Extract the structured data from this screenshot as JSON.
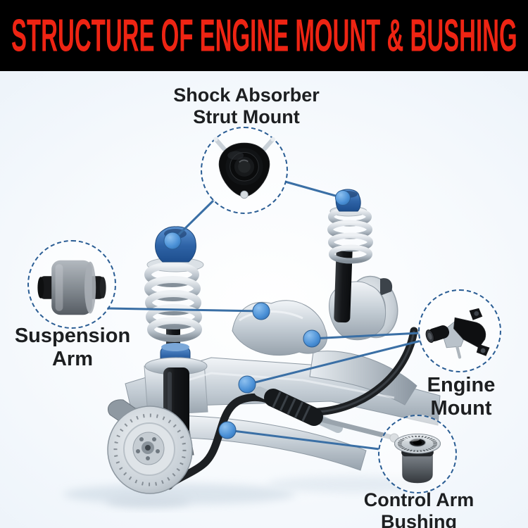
{
  "banner": {
    "title": "STRUCTURE OF ENGINE MOUNT & BUSHING"
  },
  "callouts": [
    {
      "id": "strut-mount",
      "label_line1": "Shock Absorber",
      "label_line2": "Strut Mount",
      "image": "strut-mount-part-photo"
    },
    {
      "id": "suspension-arm",
      "label": "Suspension Arm",
      "image": "suspension-arm-bushing-part-photo"
    },
    {
      "id": "engine-mount",
      "label": "Engine Mount",
      "image": "engine-mount-part-photo"
    },
    {
      "id": "control-arm-bushing",
      "label": "Control Arm Bushing",
      "image": "control-arm-bushing-part-photo"
    }
  ],
  "illustration": "front-suspension-subframe-assembly-with-highlighted-blue-mounts",
  "colors": {
    "banner_bg": "#000000",
    "title_red": "#ee2413",
    "connector_blue": "#3a6fa5",
    "circle_dash_blue": "#2a5d94",
    "marker_blue": "#4a90d6",
    "bg_tint": "#e9f1f9",
    "label_dark": "#1d1f21"
  }
}
